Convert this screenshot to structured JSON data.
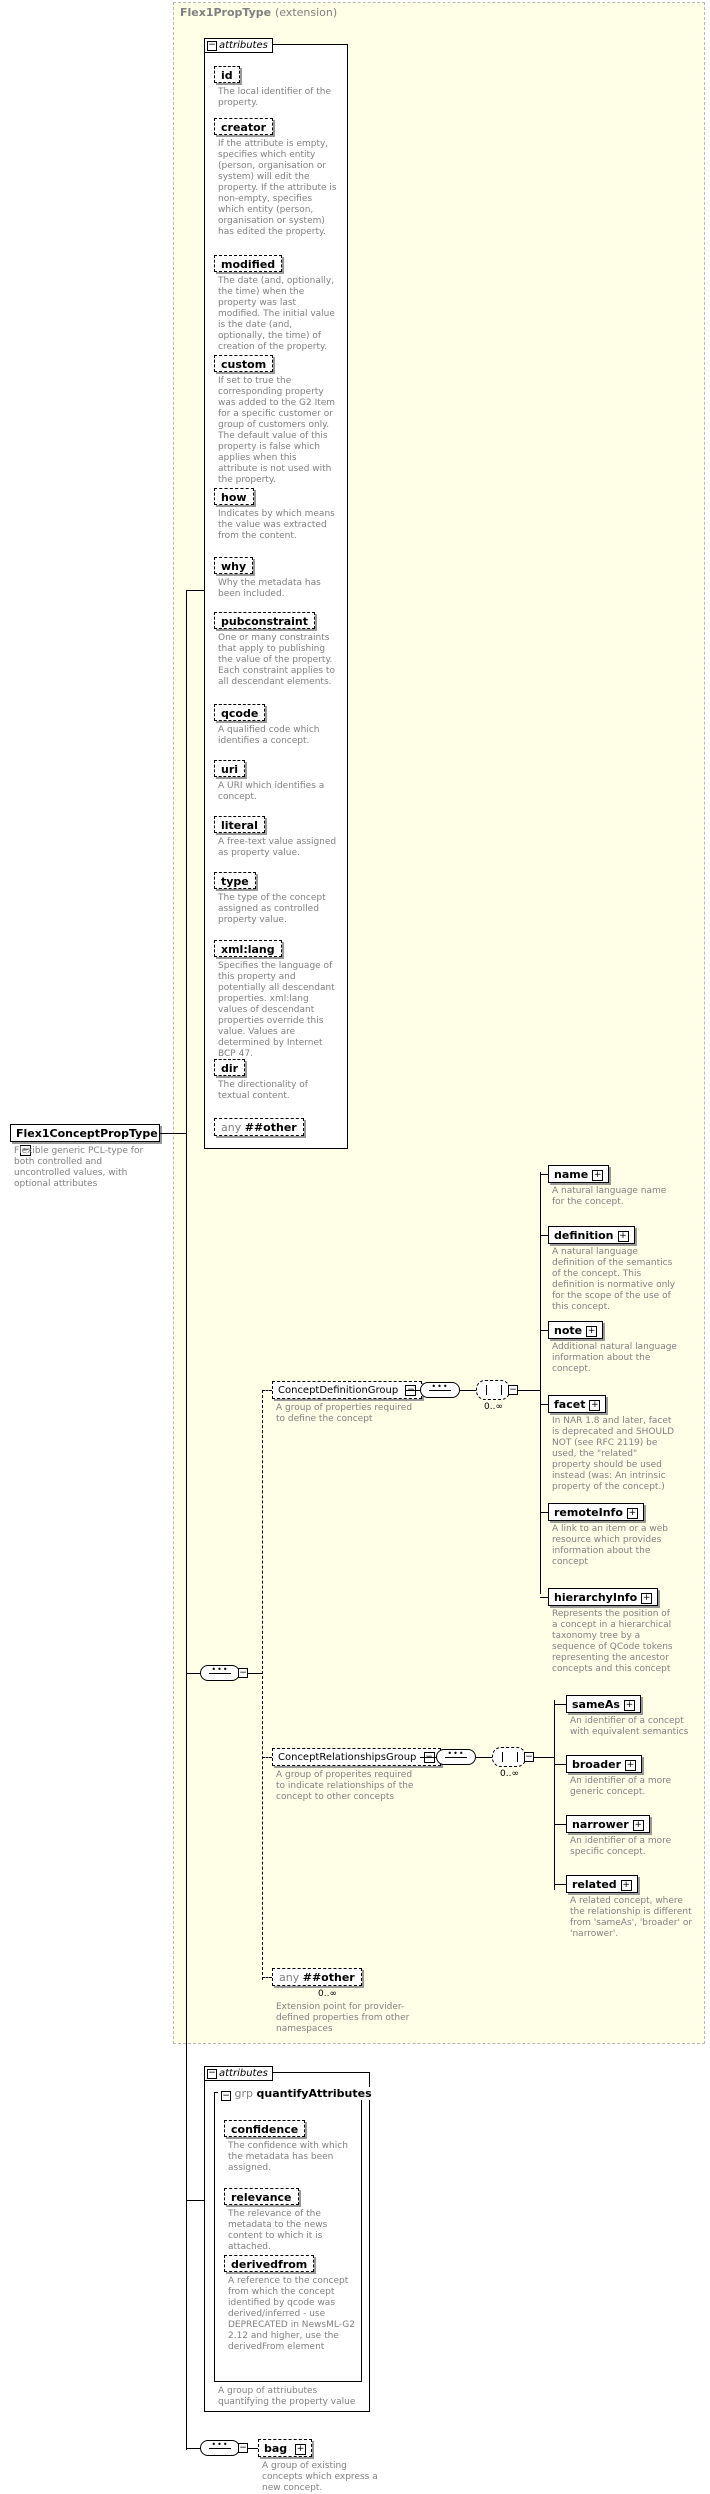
{
  "root": {
    "name": "Flex1ConceptPropType",
    "description": "Flexible generic PCL-type for both controlled and uncontrolled values, with optional attributes"
  },
  "extension": {
    "base": "Flex1PropType",
    "suffix": "(extension)"
  },
  "attributes_header": "attributes",
  "attributes": [
    {
      "name": "id",
      "desc": "The local identifier of the property."
    },
    {
      "name": "creator",
      "desc": "If the attribute is empty, specifies which entity (person, organisation or system) will edit the property. If the attribute is non-empty, specifies which entity (person, organisation or system) has edited the property."
    },
    {
      "name": "modified",
      "desc": "The date (and, optionally, the time) when the property was last modified. The initial value is the date (and, optionally, the time) of creation of the property."
    },
    {
      "name": "custom",
      "desc": "If set to true the corresponding property was added to the G2 Item for a specific customer or group of customers only. The default value of this property is false which applies when this attribute is not used with the property."
    },
    {
      "name": "how",
      "desc": "Indicates by which means the value was extracted from the content."
    },
    {
      "name": "why",
      "desc": "Why the metadata has been included."
    },
    {
      "name": "pubconstraint",
      "desc": "One or many constraints that apply to publishing the value of the property. Each constraint applies to all descendant elements."
    },
    {
      "name": "qcode",
      "desc": "A qualified code which identifies a concept."
    },
    {
      "name": "uri",
      "desc": "A URI which identifies a concept."
    },
    {
      "name": "literal",
      "desc": "A free-text value assigned as property value."
    },
    {
      "name": "type",
      "desc": "The type of the concept assigned as controlled property value."
    },
    {
      "name": "xml:lang",
      "desc": "Specifies the language of this property and potentially all descendant properties. xml:lang values of descendant properties override this value. Values are determined by Internet BCP 47."
    },
    {
      "name": "dir",
      "desc": "The directionality of textual content."
    }
  ],
  "any_attr": {
    "label": "any",
    "value": "##other"
  },
  "concept_definition_group": {
    "name": "ConceptDefinitionGroup",
    "desc": "A group of properties required to define the concept",
    "multiplicity": "0..∞",
    "elements": [
      {
        "name": "name",
        "desc": "A natural language name for the concept."
      },
      {
        "name": "definition",
        "desc": "A natural language definition of the semantics of the concept. This definition is normative only for the scope of the use of this concept."
      },
      {
        "name": "note",
        "desc": "Additional natural language information about the concept."
      },
      {
        "name": "facet",
        "desc": "In NAR 1.8 and later, facet is deprecated and SHOULD NOT (see RFC 2119) be used, the \"related\" property should be used instead (was: An intrinsic property of the concept.)"
      },
      {
        "name": "remoteInfo",
        "desc": "A link to an item or a web resource which provides information about the concept"
      },
      {
        "name": "hierarchyInfo",
        "desc": "Represents the position of a concept in a hierarchical taxonomy tree by a sequence of QCode tokens representing the ancestor concepts and this concept"
      }
    ]
  },
  "concept_relationships_group": {
    "name": "ConceptRelationshipsGroup",
    "desc": "A group of properites required to indicate relationships of the concept to other concepts",
    "multiplicity": "0..∞",
    "elements": [
      {
        "name": "sameAs",
        "desc": "An identifier of a concept with equivalent semantics"
      },
      {
        "name": "broader",
        "desc": "An identifier of a more generic concept."
      },
      {
        "name": "narrower",
        "desc": "An identifier of a more specific concept."
      },
      {
        "name": "related",
        "desc": "A related concept, where the relationship is different from 'sameAs', 'broader' or 'narrower'."
      }
    ]
  },
  "any_element": {
    "label": "any",
    "value": "##other",
    "multiplicity": "0..∞",
    "desc": "Extension point for provider-defined properties from other namespaces"
  },
  "attributes2_header": "attributes",
  "quantify_group": {
    "prefix": "grp",
    "name": "quantifyAttributes",
    "desc": "A group of attriubutes quantifying the property value",
    "attributes": [
      {
        "name": "confidence",
        "desc": "The confidence with which the metadata has been assigned."
      },
      {
        "name": "relevance",
        "desc": "The relevance of the metadata to the news content to which it is attached."
      },
      {
        "name": "derivedfrom",
        "desc": "A reference to the concept from which the concept identified by qcode was derived/inferred - use DEPRECATED in NewsML-G2 2.12 and higher, use the derivedFrom element"
      }
    ]
  },
  "bag": {
    "name": "bag",
    "desc": "A group of existing concepts which express a new concept."
  },
  "colors": {
    "extension_bg": "#ffffe8",
    "desc_text": "#808080"
  }
}
